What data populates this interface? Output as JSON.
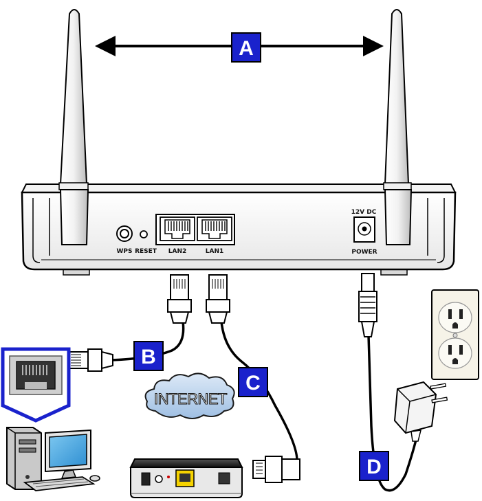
{
  "callouts": {
    "a": "A",
    "b": "B",
    "c": "C",
    "d": "D"
  },
  "ports": {
    "wps": "WPS",
    "reset": "RESET",
    "lan2": "LAN2",
    "lan1": "LAN1",
    "power_rating": "12V  DC",
    "power": "POWER"
  },
  "cloud_label": "INTERNET",
  "colors": {
    "callout_fill": "#1a22cc",
    "callout_border": "#000000",
    "ethernet_port_highlight": "#f5d200",
    "computer_screen": "#4aa8e0",
    "router_body": "#e8e8e8",
    "cloud_fill": "#b9d4ef"
  }
}
